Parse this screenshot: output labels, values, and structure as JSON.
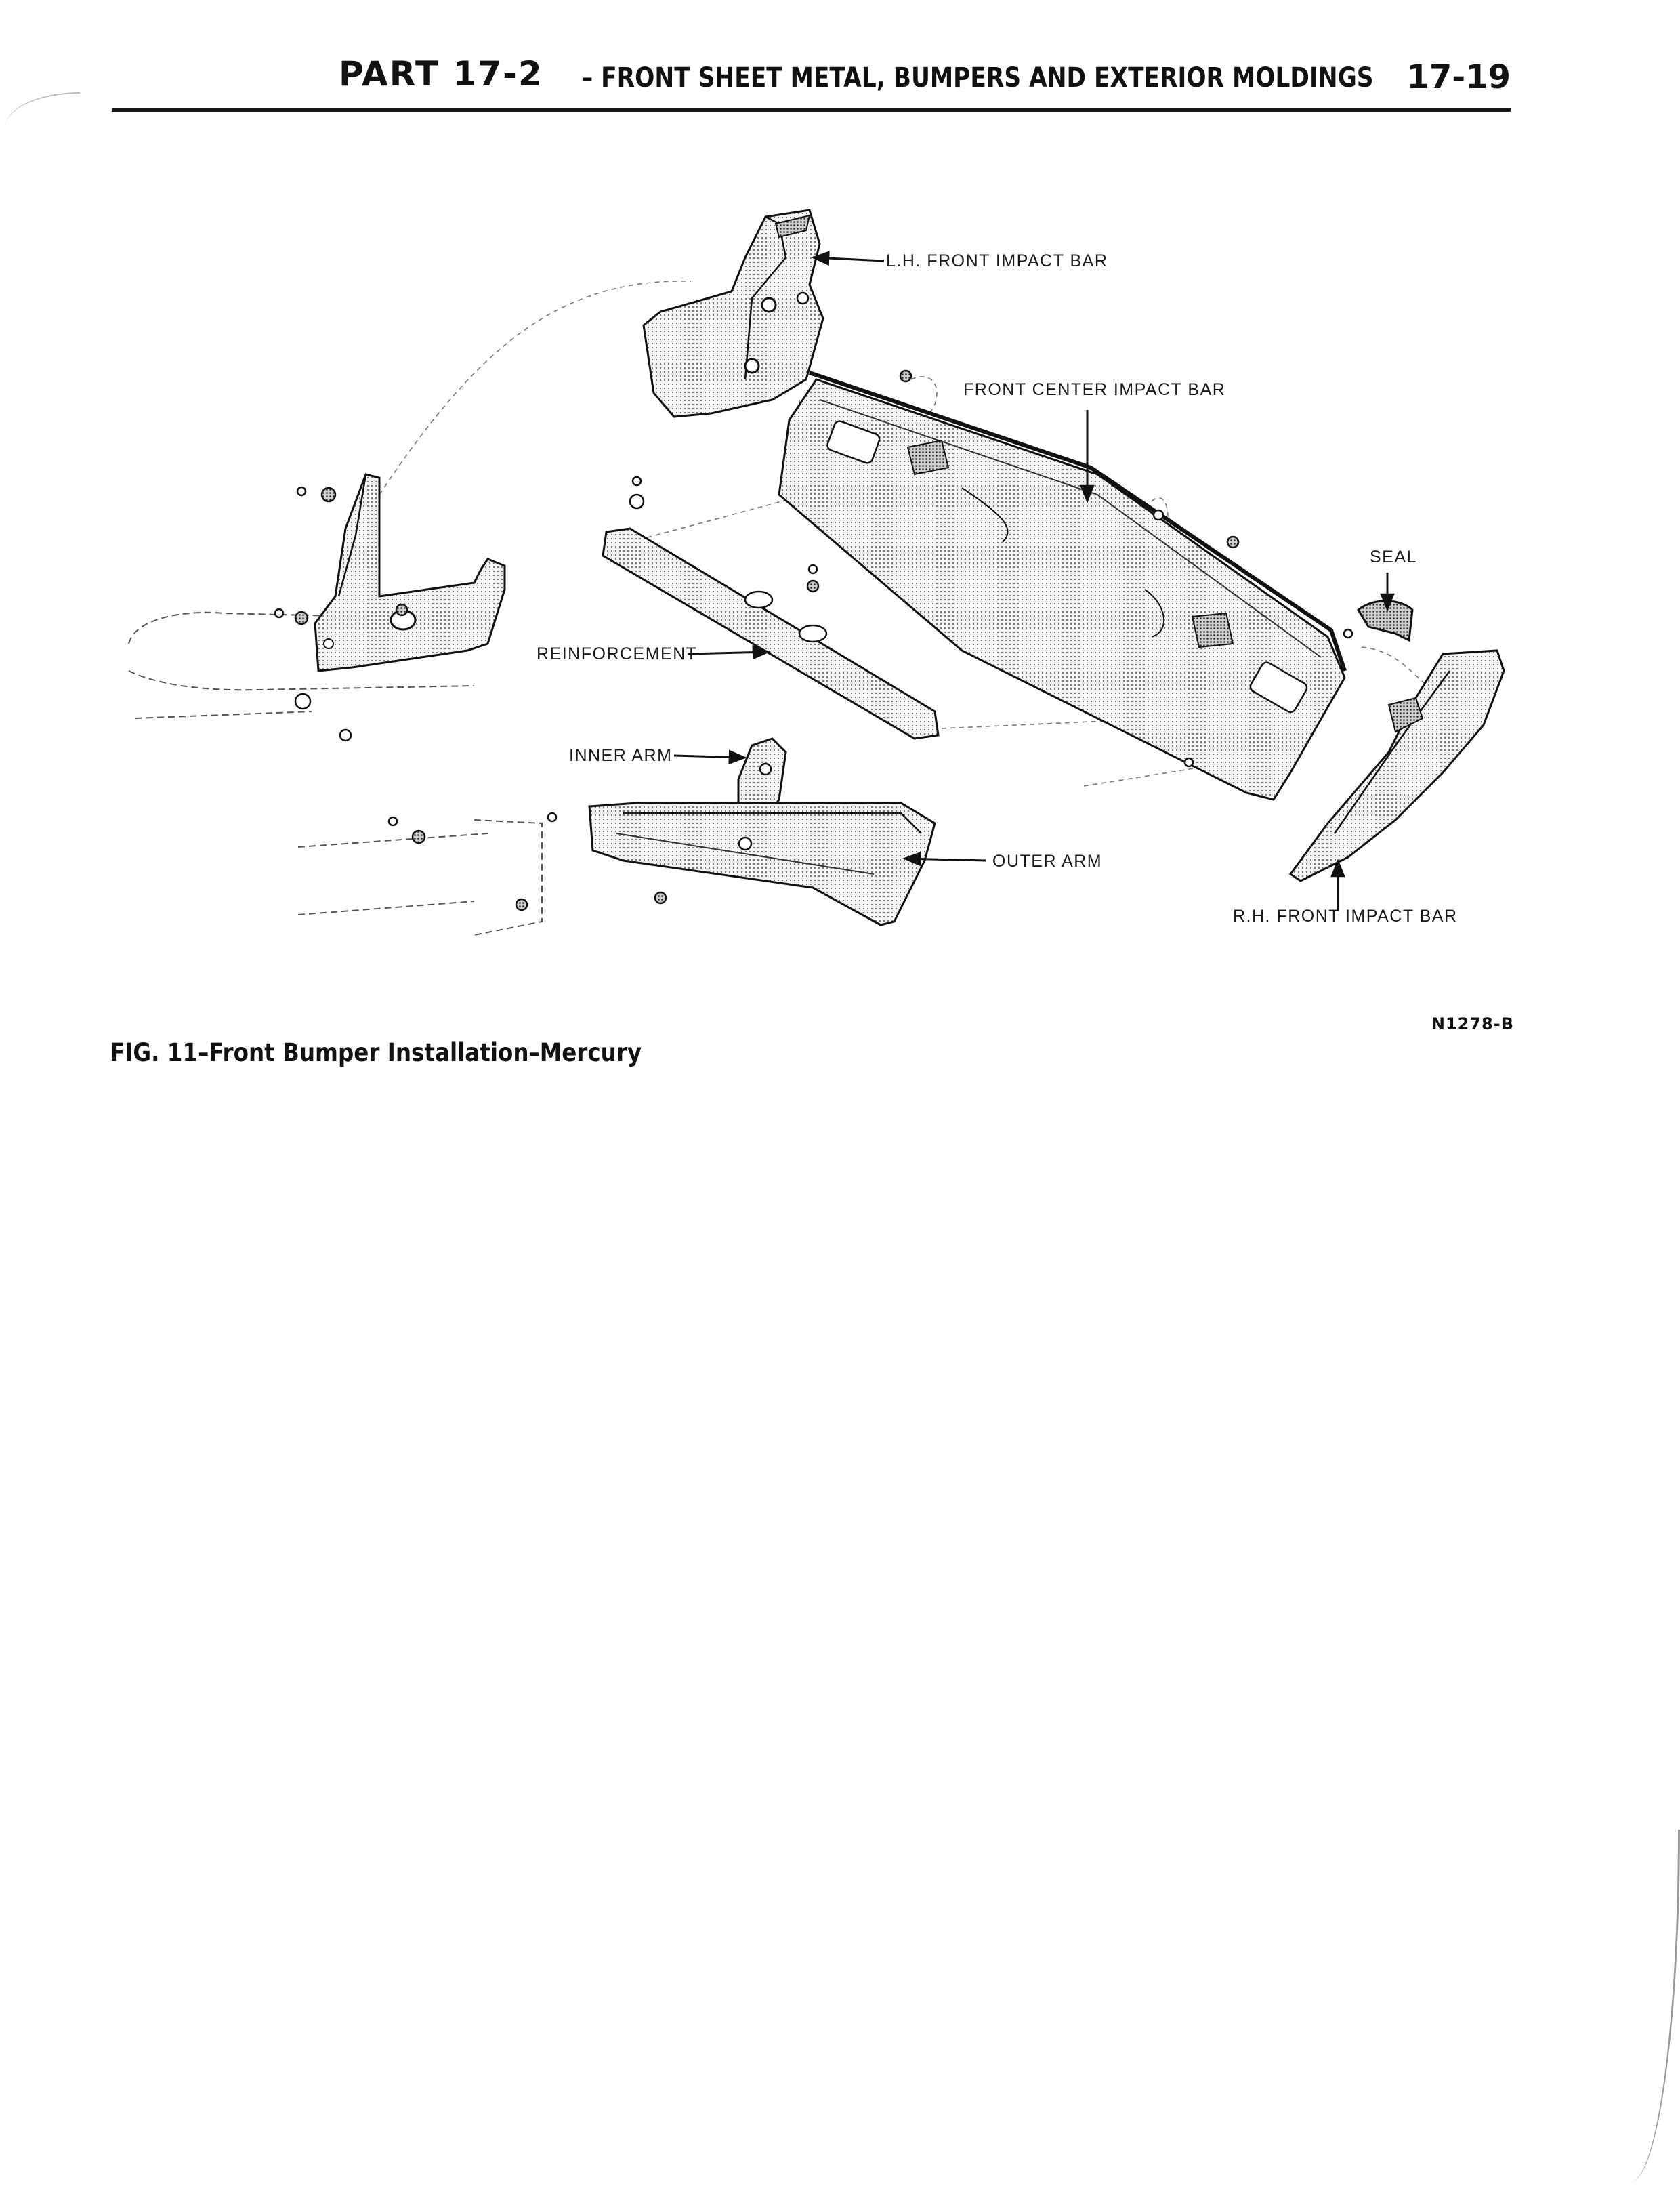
{
  "header": {
    "part": "PART 17-2",
    "separator": "–",
    "title": "FRONT SHEET METAL, BUMPERS AND EXTERIOR MOLDINGS",
    "page_number": "17-19"
  },
  "figure": {
    "labels": {
      "lh_front_impact_bar": "L.H. FRONT IMPACT BAR",
      "front_center_impact_bar": "FRONT CENTER IMPACT BAR",
      "seal": "SEAL",
      "reinforcement": "REINFORCEMENT",
      "inner_arm": "INNER ARM",
      "outer_arm": "OUTER ARM",
      "rh_front_impact_bar": "R.H. FRONT IMPACT BAR"
    },
    "caption": "FIG. 11–Front Bumper Installation–Mercury",
    "code": "N1278-B"
  }
}
